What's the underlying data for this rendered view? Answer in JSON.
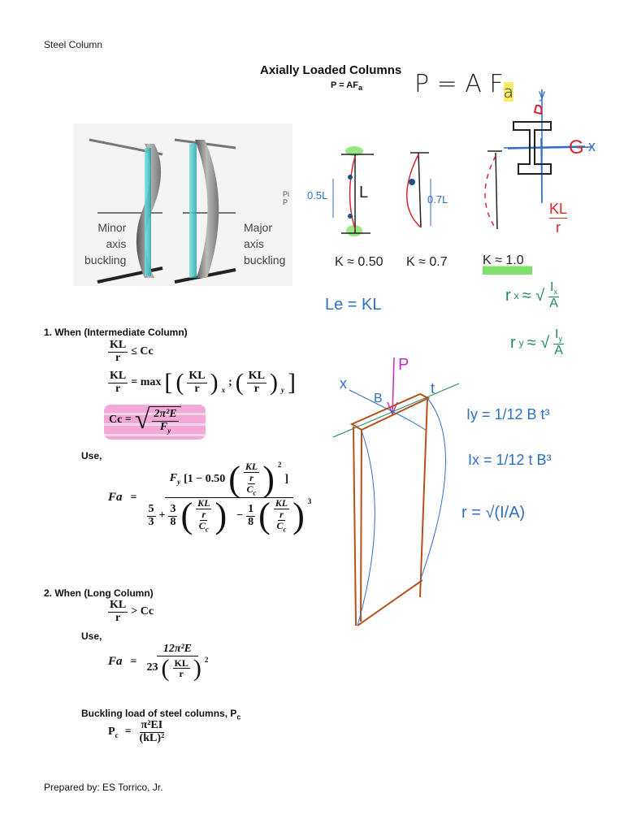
{
  "header": {
    "label": "Steel Column"
  },
  "title": "Axially Loaded Columns",
  "subtitle": {
    "lhs": "P = AF",
    "sub": "a"
  },
  "figure_photo": {
    "left_label": [
      "Minor",
      "axis",
      "buckling"
    ],
    "right_label": [
      "Major",
      "axis",
      "buckling"
    ],
    "side_text": [
      "Pi",
      "P"
    ]
  },
  "handwritten": {
    "top_formula": "P = A F",
    "top_formula_sub": "a",
    "k_values": [
      "K ≈ 0.50",
      "K ≈ 0.7",
      "K ≈ 1.0"
    ],
    "dim_labels": [
      "0.5L",
      "L",
      "0.7L"
    ],
    "axis_labels": {
      "x": "x",
      "y": "y"
    },
    "kl_r": {
      "num": "KL",
      "den": "r"
    },
    "le": "Le = KL",
    "rx": {
      "lhs": "r",
      "sub": "x",
      "num": "I",
      "num_sub": "x",
      "den": "A"
    },
    "ry": {
      "lhs": "r",
      "sub": "y",
      "num": "I",
      "num_sub": "y",
      "den": "A"
    },
    "load": "P",
    "sketch_labels": {
      "x": "x",
      "b": "B",
      "t": "t"
    },
    "iy": "Iy = 1/12 B t³",
    "ix": "Ix = 1/12 t B³",
    "r": "r = √(I/A)"
  },
  "section1": {
    "heading": "1. When (Intermediate Column)",
    "cond": {
      "num": "KL",
      "den": "r",
      "op": "≤ Cc"
    },
    "max": {
      "num": "KL",
      "den": "r",
      "op": "= max",
      "sx": "x",
      "sy": "y",
      "sep": ";"
    },
    "cc": {
      "lhs": "Cc =",
      "num": "2π²E",
      "den": "F",
      "den_sub": "y"
    },
    "use": "Use,",
    "fa": {
      "lhs": "Fa",
      "eq": "=",
      "num_prefix": "F",
      "num_prefix_sub": "y",
      "num_mid": "[1 − 0.50",
      "num_end": "]",
      "exp2": "2",
      "inner_num": "KL",
      "inner_mid": "r",
      "inner_den": "C",
      "inner_den_sub": "c",
      "den_a_num": "5",
      "den_a_den": "3",
      "plus": "+",
      "den_b_num": "3",
      "den_b_den": "8",
      "minus": "−",
      "den_c_num": "1",
      "den_c_den": "8",
      "exp3": "3"
    }
  },
  "section2": {
    "heading": "2. When (Long Column)",
    "cond": {
      "num": "KL",
      "den": "r",
      "op": "> Cc"
    },
    "use": "Use,",
    "fa": {
      "lhs": "Fa",
      "eq": "=",
      "num": "12π²E",
      "den_coef": "23",
      "den_num": "KL",
      "den_den": "r",
      "exp": "2"
    }
  },
  "buckling": {
    "heading": "Buckling load of steel columns, P",
    "heading_sub": "c",
    "lhs": "P",
    "lhs_sub": "c",
    "eq": "=",
    "num": "π²EI",
    "den": "(kL)²"
  },
  "footer": {
    "label": "Prepared by: ES Torrico, Jr."
  },
  "colors": {
    "pink_highlight": "#f3a9d6",
    "yellow_highlight": "#f7ec6a",
    "green_highlight": "#7fe06a",
    "red_ink": "#d8262f",
    "blue_ink": "#2f6fc4",
    "green_ink": "#1f8a5a",
    "brown_ink": "#b4521d",
    "magenta_ink": "#c02cc0"
  }
}
